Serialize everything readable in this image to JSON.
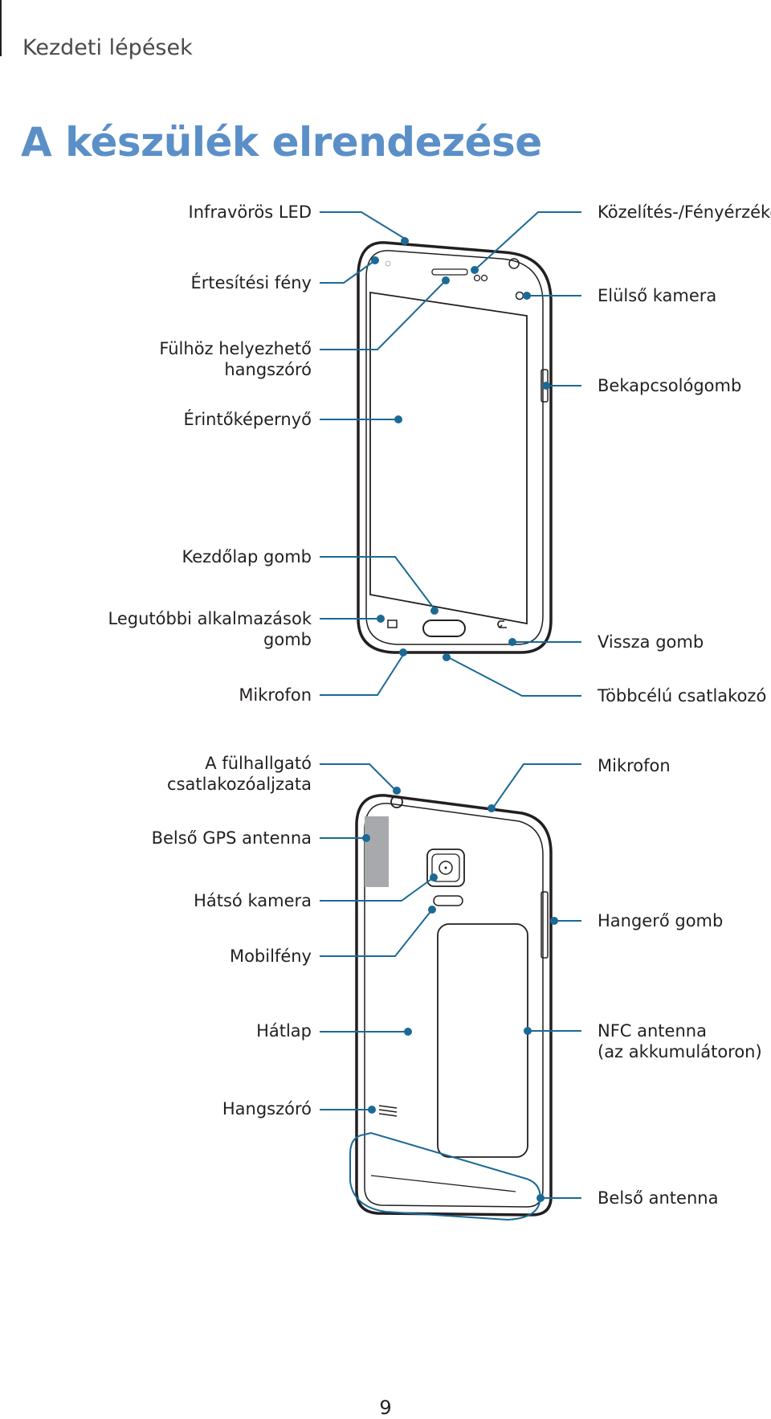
{
  "header": {
    "section": "Kezdeti lépések",
    "title": "A készülék elrendezése"
  },
  "front_labels": {
    "infrared_led": "Infravörös LED",
    "notification_light": "Értesítési fény",
    "earpiece": [
      "Fülhöz helyezhető",
      "hangszóró"
    ],
    "touchscreen": "Érintőképernyő",
    "home_button": "Kezdőlap gomb",
    "recent_apps": [
      "Legutóbbi alkalmazások",
      "gomb"
    ],
    "microphone": "Mikrofon",
    "proximity_sensor": "Közelítés-/Fényérzékelő",
    "front_camera": "Elülső kamera",
    "power_button": "Bekapcsológomb",
    "back_button": "Vissza gomb",
    "multipurpose_jack": "Többcélú csatlakozó"
  },
  "back_labels": {
    "headset_jack": [
      "A fülhallgató",
      "csatlakozóaljzata"
    ],
    "gps_antenna": "Belső GPS antenna",
    "rear_camera": "Hátsó kamera",
    "flash": "Mobilfény",
    "back_cover": "Hátlap",
    "speaker": "Hangszóró",
    "microphone": "Mikrofon",
    "volume_button": "Hangerő gomb",
    "nfc_antenna": [
      "NFC antenna",
      "(az akkumulátoron)"
    ],
    "main_antenna": "Belső antenna"
  },
  "page_number": "9",
  "colors": {
    "title": "#5b8fc8",
    "callout": "#1b6a95",
    "outline": "#231f20",
    "gps_fill": "#a7a9ac"
  }
}
